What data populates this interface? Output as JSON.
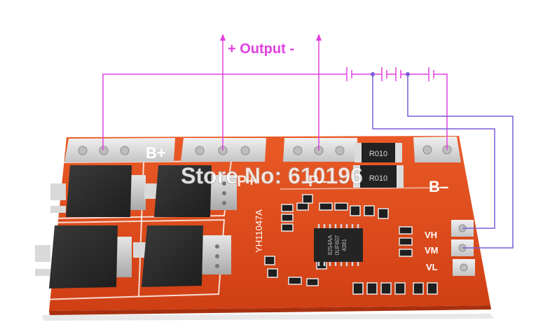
{
  "labels": {
    "output": "+ Output -",
    "b_plus": "B+",
    "b_minus": "B–",
    "p_plus": "P+",
    "p_minus": "P–",
    "board_model": "YH11047A",
    "vh": "VH",
    "vm": "VM",
    "vl": "VL",
    "resistor_top": "R010",
    "resistor_bottom": "R010",
    "ic_line1": "8254AA",
    "ic_line2": "0UF607",
    "ic_line3": "4381",
    "watermark": "Store No: 610196"
  },
  "colors": {
    "pcb": "#e14a1c",
    "pcb_dark": "#b83510",
    "silkscreen": "#ffffff",
    "pad": "#d8d8d8",
    "mosfet": "#2b2b2b",
    "wire_magenta": "#e040e0",
    "wire_purple": "#7a5bd8"
  }
}
